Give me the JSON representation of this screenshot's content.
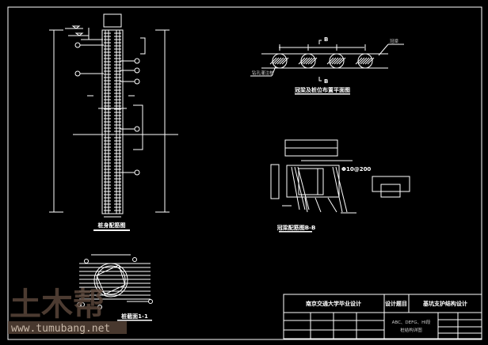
{
  "drawing": {
    "pile_elevation_title": "桩身配筋图",
    "pile_section_title": "桩截面1-1",
    "plan_title": "冠梁及桩位布置平面图",
    "beam_section_title": "冠梁配筋图B-B",
    "rebar_note": "Φ10@200",
    "section_mark": "B",
    "plan_label_left": "钻孔灌注桩",
    "plan_label_right": "冠梁"
  },
  "title_block": {
    "school": "南京交通大学毕业设计",
    "design_title_label": "设计题目",
    "design_title": "基坑支护结构设计",
    "drawing_name_line1": "ABC、DEFG、HI段",
    "drawing_name_line2": "桩结构详图"
  },
  "watermark": {
    "logo": "土木帮",
    "url": "www.tumubang.net"
  }
}
